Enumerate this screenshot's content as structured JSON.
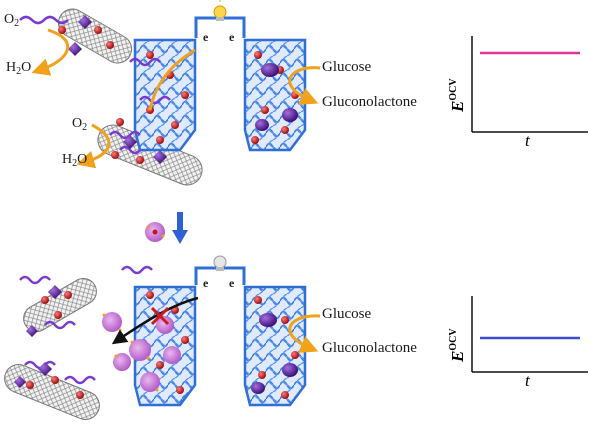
{
  "labels": {
    "o2_a": "O",
    "o2_a_sub": "2",
    "h2o_a": "H",
    "h2o_a_sub": "2",
    "h2o_a_o": "O",
    "o2_b": "O",
    "o2_b_sub": "2",
    "h2o_b": "H",
    "h2o_b_sub": "2",
    "h2o_b_o": "O",
    "glucose_top": "Glucose",
    "gluconolactone_top": "Gluconolactone",
    "glucose_bottom": "Glucose",
    "gluconolactone_bottom": "Gluconolactone",
    "electron": "e"
  },
  "graphs": [
    {
      "ylabel": "E",
      "ylabel_sup": "OCV",
      "xlabel": "t",
      "line_color": "#e2359a",
      "level": "high"
    },
    {
      "ylabel": "E",
      "ylabel_sup": "OCV",
      "xlabel": "t",
      "line_color": "#3f4fd4",
      "level": "low"
    }
  ],
  "colors": {
    "electrode_blue": "#2f6fd6",
    "enzyme_red": "#c01818",
    "enzyme_purple": "#6a2a9c",
    "arrow_orange": "#f0a21a",
    "squiggle_purple": "#7a3ad0",
    "cnt_gray": "#9a9a9a",
    "inhibitor_pink": "#c97ad6"
  },
  "icons": [
    "lightbulb-on-icon",
    "lightbulb-off-icon",
    "down-arrow-icon",
    "cross-mark-icon"
  ]
}
